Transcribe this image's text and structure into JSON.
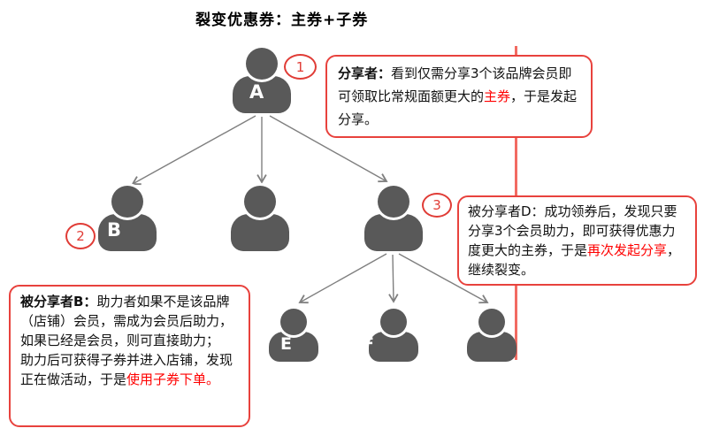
{
  "title": "裂变优惠券：主券+子券",
  "colors": {
    "icon_gray": "#595959",
    "arrow_gray": "#7f7f7f",
    "border_red": "#e8423d",
    "text_red": "#ff0000",
    "line_red": "#f26b62",
    "number_red": "#e03c36"
  },
  "steps": {
    "s1": "1",
    "s2": "2",
    "s3": "3"
  },
  "nodes": {
    "a": {
      "label": "A"
    },
    "b": {
      "label": "B"
    },
    "c": {
      "label": ""
    },
    "d": {
      "label": ""
    },
    "e": {
      "label": "E"
    },
    "f": {
      "label": "F"
    },
    "g": {
      "label": ""
    }
  },
  "notes": {
    "sharer": {
      "parts": [
        {
          "text": "分享者："
        },
        {
          "text": "看到仅需分享3个该品牌会员即可领取比常规面额更大的"
        },
        {
          "text": "主券"
        },
        {
          "text": "，于是发起分享。"
        }
      ]
    },
    "shared_d": {
      "parts": [
        {
          "text": "被分享者D：成功领券后，发现只要分享3个会员助力，即可获得优惠力度更大的主券，于是"
        },
        {
          "text": "再次发起分享"
        },
        {
          "text": "，继续裂变。"
        }
      ]
    },
    "shared_b": {
      "parts": [
        {
          "text": "被分享者B："
        },
        {
          "text": "助力者如果不是该品牌（店铺）会员，需成为会员后助力，如果已经是会员，则可直接助力；"
        },
        {
          "text": "助力后可获得子券并进入店铺，发现正在做活动，于是"
        },
        {
          "text": "使用子券下单。"
        }
      ]
    }
  }
}
